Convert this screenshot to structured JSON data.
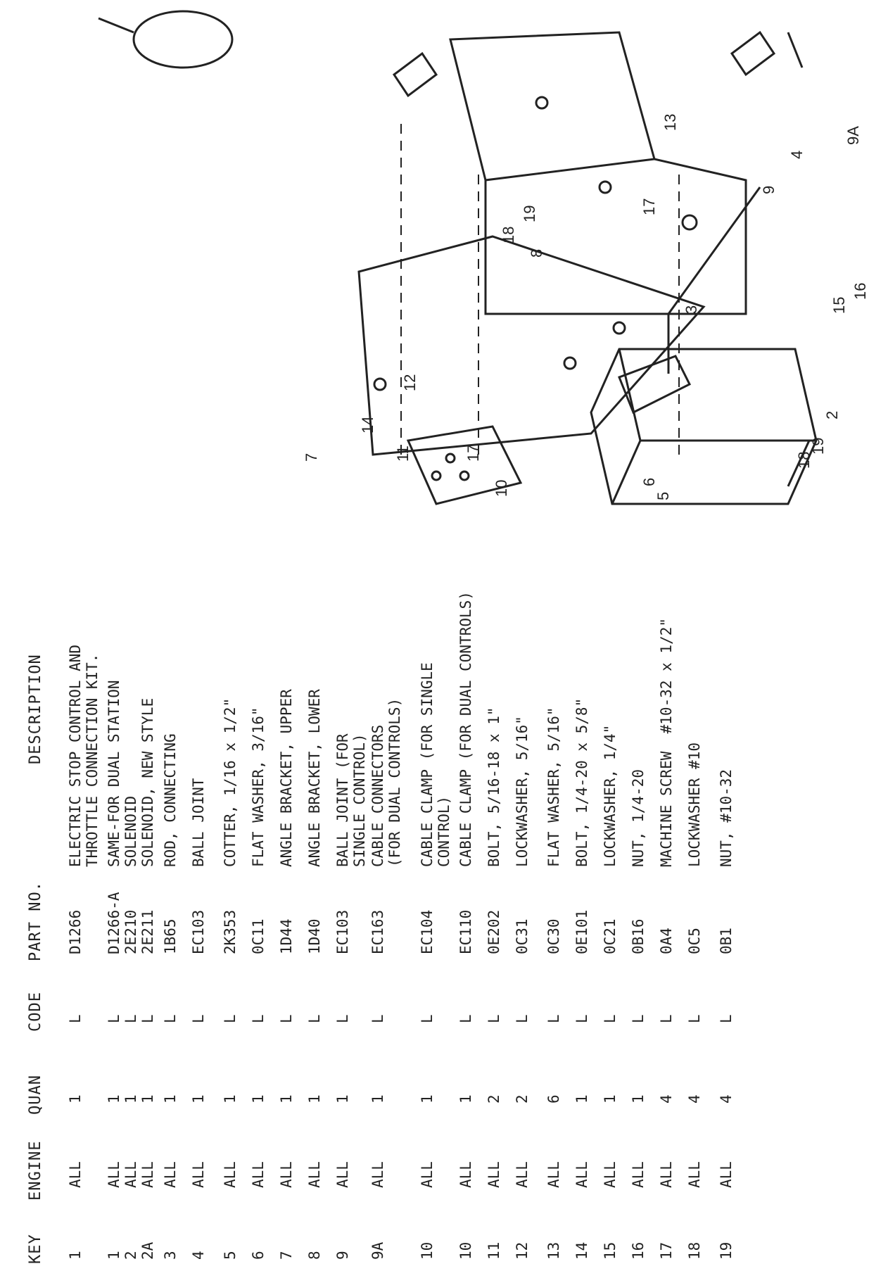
{
  "headers": {
    "key": "KEY",
    "engine": "ENGINE",
    "quan": "QUAN",
    "code": "CODE",
    "part": "PART NO.",
    "desc": "DESCRIPTION"
  },
  "rows": [
    {
      "key": "1",
      "engine": "ALL",
      "quan": "1",
      "code": "L",
      "part": "D1266",
      "desc": "ELECTRIC STOP CONTROL AND\nTHROTTLE CONNECTION KIT."
    },
    {
      "key": "1\n2\n2A",
      "engine": "ALL\nALL\nALL",
      "quan": "1\n1\n1",
      "code": "L\nL\nL",
      "part": "D1266-A\n2E210\n2E211",
      "desc": "SAME-FOR DUAL STATION\nSOLENOID\nSOLENOID, NEW STYLE"
    },
    {
      "key": "3",
      "engine": "ALL",
      "quan": "1",
      "code": "L",
      "part": "1B65",
      "desc": "ROD, CONNECTING"
    },
    {
      "key": "4",
      "engine": "ALL",
      "quan": "1",
      "code": "L",
      "part": "EC103",
      "desc": "BALL JOINT"
    },
    {
      "key": "5",
      "engine": "ALL",
      "quan": "1",
      "code": "L",
      "part": "2K353",
      "desc": "COTTER, 1/16 x 1/2\""
    },
    {
      "key": "6",
      "engine": "ALL",
      "quan": "1",
      "code": "L",
      "part": "0C11",
      "desc": "FLAT WASHER, 3/16\""
    },
    {
      "key": "7",
      "engine": "ALL",
      "quan": "1",
      "code": "L",
      "part": "1D44",
      "desc": "ANGLE BRACKET, UPPER"
    },
    {
      "key": "8",
      "engine": "ALL",
      "quan": "1",
      "code": "L",
      "part": "1D40",
      "desc": "ANGLE BRACKET, LOWER"
    },
    {
      "key": "9",
      "engine": "ALL",
      "quan": "1",
      "code": "L",
      "part": "EC103",
      "desc": "BALL JOINT (FOR\nSINGLE CONTROL)"
    },
    {
      "key": "9A",
      "engine": "ALL",
      "quan": "1",
      "code": "L",
      "part": "EC163",
      "desc": "CABLE CONNECTORS\n(FOR DUAL CONTROLS)"
    },
    {
      "key": "10",
      "engine": "ALL",
      "quan": "1",
      "code": "L",
      "part": "EC104",
      "desc": "CABLE CLAMP (FOR SINGLE\nCONTROL)"
    },
    {
      "key": "10",
      "engine": "ALL",
      "quan": "1",
      "code": "L",
      "part": "EC110",
      "desc": "CABLE CLAMP (FOR DUAL CONTROLS)"
    },
    {
      "key": "11",
      "engine": "ALL",
      "quan": "2",
      "code": "L",
      "part": "0E202",
      "desc": "BOLT, 5/16-18 x 1\""
    },
    {
      "key": "12",
      "engine": "ALL",
      "quan": "2",
      "code": "L",
      "part": "0C31",
      "desc": "LOCKWASHER, 5/16\""
    },
    {
      "key": "13",
      "engine": "ALL",
      "quan": "6",
      "code": "L",
      "part": "0C30",
      "desc": "FLAT WASHER, 5/16\""
    },
    {
      "key": "14",
      "engine": "ALL",
      "quan": "1",
      "code": "L",
      "part": "0E101",
      "desc": "BOLT, 1/4-20 x 5/8\""
    },
    {
      "key": "15",
      "engine": "ALL",
      "quan": "1",
      "code": "L",
      "part": "0C21",
      "desc": "LOCKWASHER, 1/4\""
    },
    {
      "key": "16",
      "engine": "ALL",
      "quan": "1",
      "code": "L",
      "part": "0B16",
      "desc": "NUT, 1/4-20"
    },
    {
      "key": "17",
      "engine": "ALL",
      "quan": "4",
      "code": "L",
      "part": "0A4",
      "desc": "MACHINE SCREW  #10-32 x 1/2\""
    },
    {
      "key": "18",
      "engine": "ALL",
      "quan": "4",
      "code": "L",
      "part": "0C5",
      "desc": "LOCKWASHER #10"
    },
    {
      "key": "19",
      "engine": "ALL",
      "quan": "4",
      "code": "L",
      "part": "0B1",
      "desc": "NUT, #10-32"
    }
  ],
  "callouts": [
    "2",
    "3",
    "4",
    "5",
    "6",
    "7",
    "8",
    "9",
    "9A",
    "10",
    "11",
    "12",
    "13",
    "14",
    "15",
    "16",
    "17",
    "17",
    "18",
    "19",
    "18",
    "19"
  ]
}
